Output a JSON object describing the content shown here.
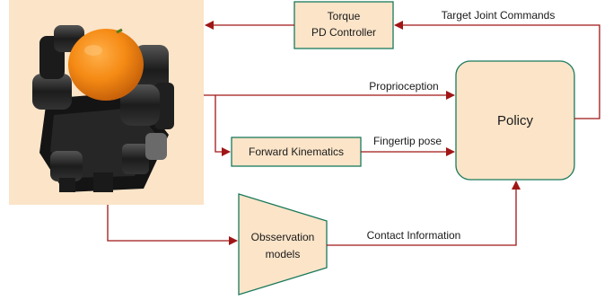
{
  "nodes": {
    "robot_hand": {
      "description": "photo of a robotic hand holding an orange"
    },
    "torque_controller": {
      "line1": "Torque",
      "line2": "PD Controller"
    },
    "policy": {
      "label": "Policy"
    },
    "forward_kinematics": {
      "label": "Forward Kinematics"
    },
    "observation_models": {
      "line1": "Obsservation",
      "line2": "models"
    }
  },
  "edges": {
    "target_joint_commands": "Target Joint Commands",
    "proprioception": "Proprioception",
    "fingertip_pose": "Fingertip pose",
    "contact_information": "Contact Information"
  },
  "colors": {
    "node_fill": "#fbe4c8",
    "node_stroke": "#1a7a5c",
    "arrow": "#a01616",
    "photo_background": "#fbe4c8"
  }
}
